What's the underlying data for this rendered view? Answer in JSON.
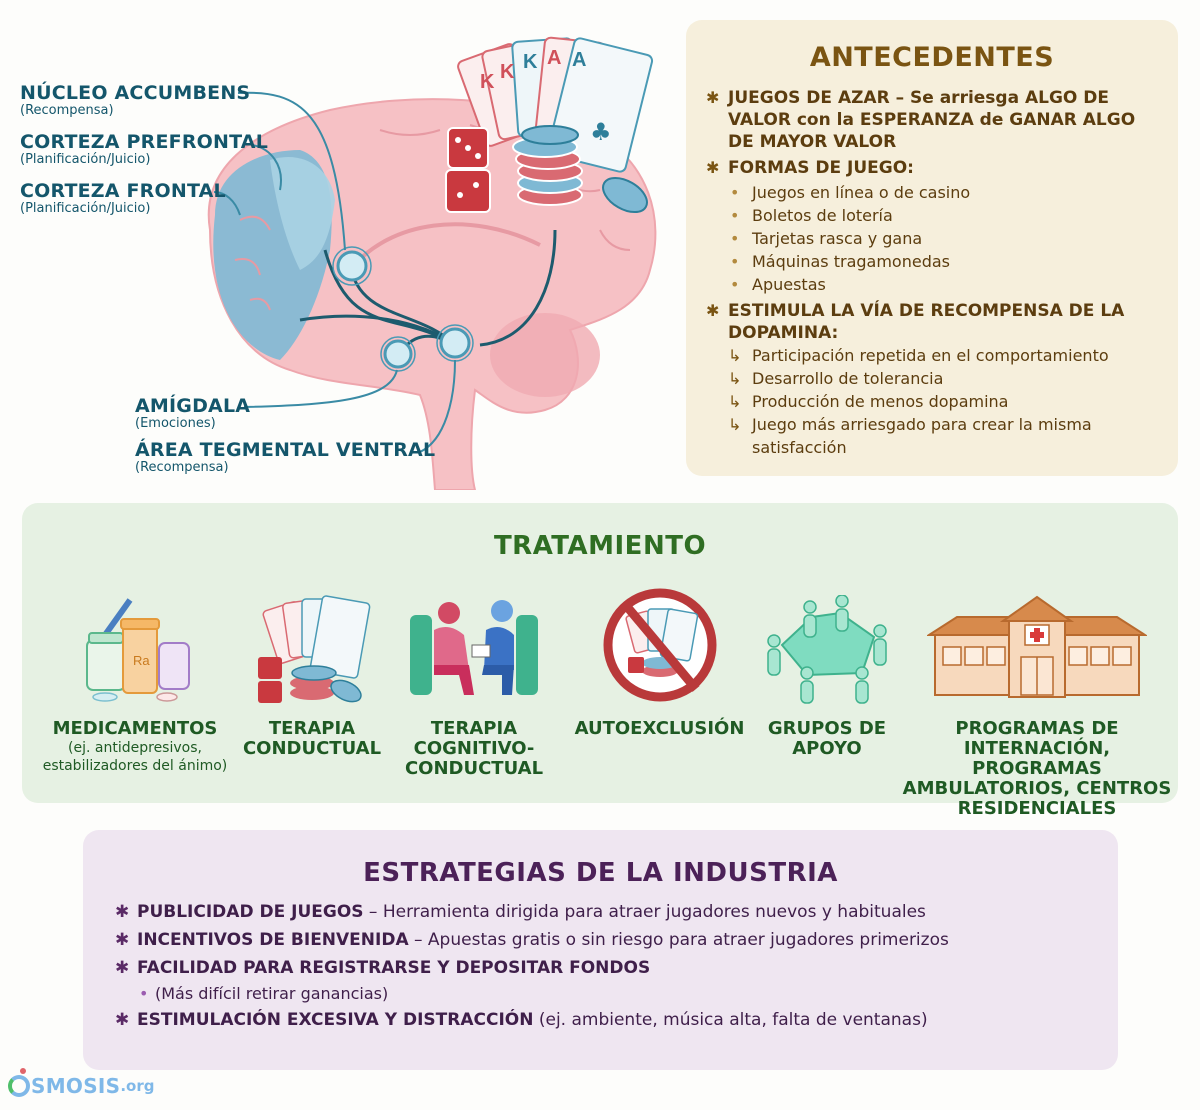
{
  "brain_diagram": {
    "labels": {
      "nucleo_accumbens": {
        "main": "NÚCLEO ACCUMBENS",
        "sub": "(Recompensa)"
      },
      "corteza_prefrontal": {
        "main": "CORTEZA PREFRONTAL",
        "sub": "(Planificación/Juicio)"
      },
      "corteza_frontal": {
        "main": "CORTEZA FRONTAL",
        "sub": "(Planificación/Juicio)"
      },
      "amigdala": {
        "main": "AMÍGDALA",
        "sub": "(Emociones)"
      },
      "area_tegmental_ventral": {
        "main": "ÁREA TEGMENTAL VENTRAL",
        "sub": "(Recompensa)"
      }
    },
    "cards": [
      "K",
      "K",
      "K",
      "A",
      "A"
    ],
    "colors": {
      "label": "#14566b",
      "brain": "#f4b9bf",
      "frontal": "#7fb9d4",
      "pathway": "#1d5b6e"
    }
  },
  "antecedentes": {
    "title": "ANTECEDENTES",
    "items": [
      {
        "text": "JUEGOS DE AZAR – Se arriesga ALGO DE VALOR con la ESPERANZA de GANAR ALGO DE MAYOR VALOR"
      },
      {
        "text": "FORMAS DE JUEGO:",
        "bullets": [
          "Juegos en línea o de casino",
          "Boletos de lotería",
          "Tarjetas rasca y gana",
          "Máquinas tragamonedas",
          "Apuestas"
        ]
      },
      {
        "text": "ESTIMULA LA VÍA DE RECOMPENSA DE LA DOPAMINA:",
        "arrows": [
          "Participación repetida en el comportamiento",
          "Desarrollo de tolerancia",
          "Producción de menos dopamina",
          "Juego más arriesgado para crear la misma satisfacción"
        ]
      }
    ],
    "colors": {
      "background": "#f6efdc",
      "title": "#7a5412",
      "text": "#5c3d0f"
    }
  },
  "tratamiento": {
    "title": "TRATAMIENTO",
    "items": [
      {
        "label": "MEDICAMENTOS",
        "sub": "(ej. antidepresivos, estabilizadores del ánimo)",
        "icon": "medication-icon"
      },
      {
        "label": "TERAPIA CONDUCTUAL",
        "icon": "cards-chips-icon"
      },
      {
        "label": "TERAPIA COGNITIVO-CONDUCTUAL",
        "icon": "therapy-session-icon"
      },
      {
        "label": "AUTOEXCLUSIÓN",
        "icon": "no-gambling-icon"
      },
      {
        "label": "GRUPOS DE APOYO",
        "icon": "support-group-icon"
      },
      {
        "label": "PROGRAMAS DE INTERNACIÓN, PROGRAMAS AMBULATORIOS, CENTROS RESIDENCIALES",
        "icon": "hospital-icon"
      }
    ],
    "colors": {
      "background": "#e6f1e3",
      "title": "#2f6e23",
      "label": "#1f5a24"
    }
  },
  "estrategias": {
    "title": "ESTRATEGIAS DE LA INDUSTRIA",
    "items": [
      {
        "head": "PUBLICIDAD DE JUEGOS",
        "text": " – Herramienta dirigida para atraer jugadores nuevos y habituales"
      },
      {
        "head": "INCENTIVOS DE BIENVENIDA",
        "text": " – Apuestas gratis o sin riesgo para atraer jugadores primerizos"
      },
      {
        "head": "FACILIDAD PARA REGISTRARSE Y DEPOSITAR FONDOS",
        "text": "",
        "sub": "(Más difícil retirar ganancias)"
      },
      {
        "head": "ESTIMULACIÓN EXCESIVA Y DISTRACCIÓN",
        "text": " (ej. ambiente, música alta, falta de ventanas)"
      }
    ],
    "colors": {
      "background": "#efe6f1",
      "title": "#4c2158",
      "text": "#3f1f4a"
    }
  },
  "logo": {
    "text": "SMOSIS",
    "suffix": ".org"
  }
}
